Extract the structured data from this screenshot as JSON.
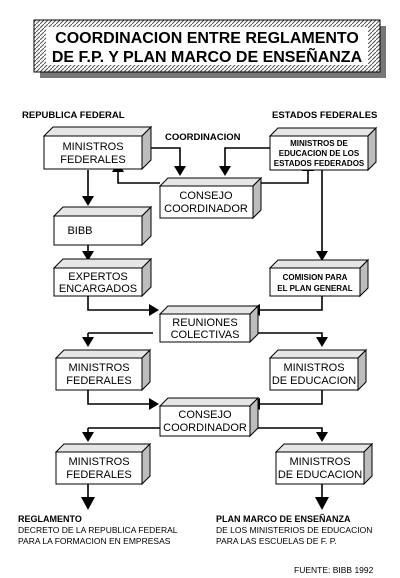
{
  "title": {
    "line1": "COORDINACION ENTRE REGLAMENTO",
    "line2": "DE F.P. Y PLAN MARCO DE ENSEÑANZA"
  },
  "headers": {
    "left": "REPUBLICA FEDERAL",
    "right": "ESTADOS FEDERALES",
    "center": "COORDINACION"
  },
  "boxes": {
    "ministros_federales_1": [
      "MINISTROS",
      "FEDERALES"
    ],
    "ministros_estados": [
      "MINISTROS DE",
      "EDUCACION DE LOS",
      "ESTADOS FEDERADOS"
    ],
    "consejo_1": [
      "CONSEJO",
      "COORDINADOR"
    ],
    "bibb": [
      "BIBB"
    ],
    "expertos": [
      "EXPERTOS",
      "ENCARGADOS"
    ],
    "comision": [
      "COMISION PARA",
      "EL PLAN GENERAL"
    ],
    "reuniones": [
      "REUNIONES",
      "COLECTIVAS"
    ],
    "ministros_federales_2": [
      "MINISTROS",
      "FEDERALES"
    ],
    "ministros_educacion_2": [
      "MINISTROS",
      "DE EDUCACION"
    ],
    "consejo_2": [
      "CONSEJO",
      "COORDINADOR"
    ],
    "ministros_federales_3": [
      "MINISTROS",
      "FEDERALES"
    ],
    "ministros_educacion_3": [
      "MINISTROS",
      "DE EDUCACION"
    ]
  },
  "footer": {
    "left_title": "REGLAMENTO",
    "left_line1": "DECRETO DE LA REPUBLICA FEDERAL",
    "left_line2": "PARA LA FORMACION EN EMPRESAS",
    "right_title": "PLAN MARCO DE ENSEÑANZA",
    "right_line1": "DE LOS MINISTERIOS DE EDUCACION",
    "right_line2": "PARA LAS ESCUELAS DE F. P.",
    "source": "FUENTE: BIBB 1992"
  }
}
